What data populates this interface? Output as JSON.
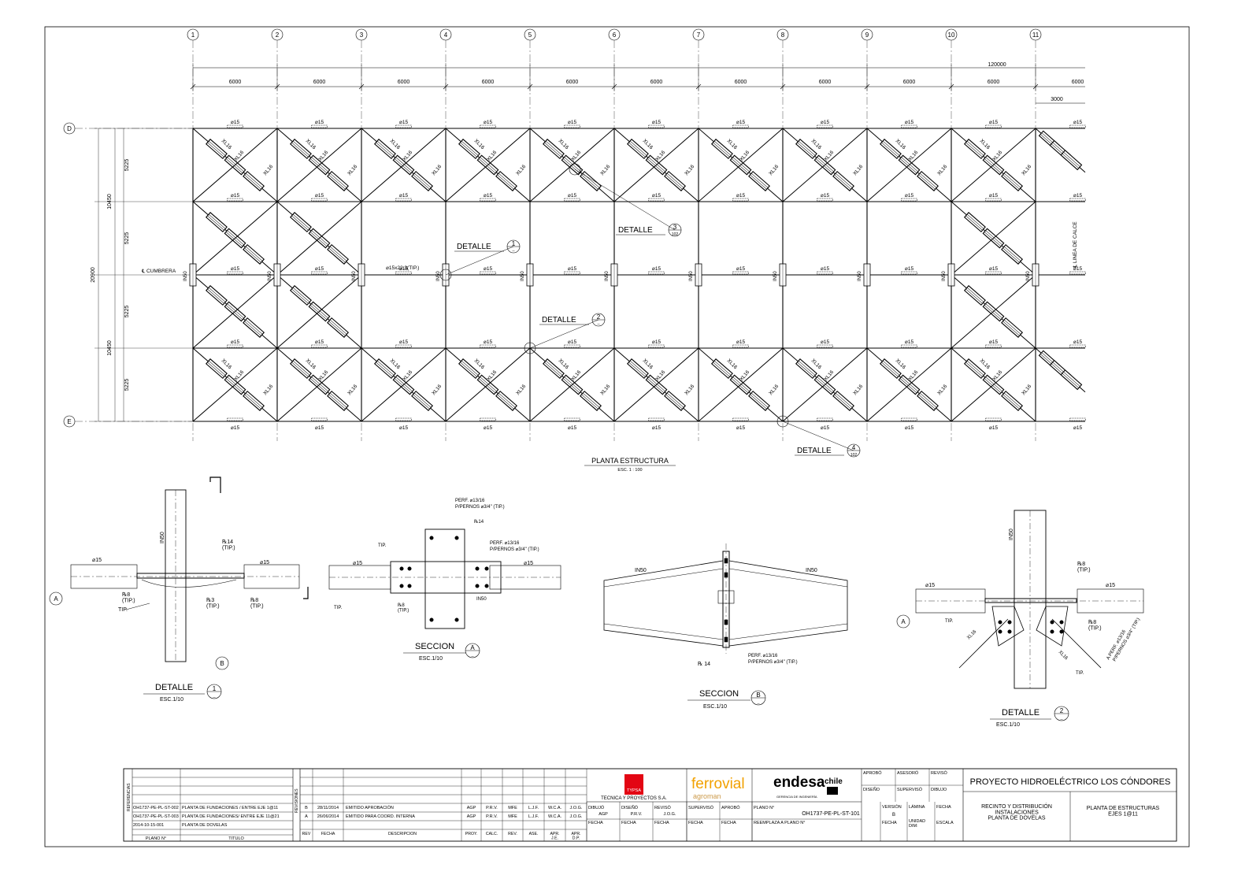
{
  "plan": {
    "axis_numbers": [
      "1",
      "2",
      "3",
      "4",
      "5",
      "6",
      "7",
      "8",
      "9",
      "10",
      "11"
    ],
    "axis_letters": [
      "D",
      "E"
    ],
    "total_dim": "120000",
    "bay_dim": "6000",
    "end_dim": "3000",
    "dims_left": [
      "5225",
      "5225",
      "5225",
      "5225"
    ],
    "dims_left_mid": [
      "10450",
      "10450"
    ],
    "dim_total_left": "20900",
    "cumbrera_label": "℄ CUMBRERA",
    "linea_label": "℄ LINEA DE CALCE",
    "pipe_label": "⌀15",
    "brace_label": "XL16",
    "column_label": "IN50",
    "bolt_note": "⌀15x22.3(TIP.)",
    "detail_word": "DETALLE",
    "callouts": [
      {
        "num": "1",
        "ref": "--"
      },
      {
        "num": "2",
        "ref": "--"
      },
      {
        "num": "3",
        "ref": "102"
      },
      {
        "num": "4",
        "ref": "102"
      }
    ],
    "title": "PLANTA ESTRUCTURA",
    "scale": "ESC. 1 : 100"
  },
  "details": {
    "d1": {
      "title": "DETALLE",
      "num": "1",
      "ref": "--",
      "scale": "ESC.1/10",
      "labels": {
        "in50": "IN50",
        "pipe_l": "⌀15",
        "pipe_r": "⌀15",
        "pl14": "℞14\n(TIP.)",
        "pl8a": "℞8\n(TIP.)",
        "pl3": "℞3\n(TIP.)",
        "pl8b": "℞8\n(TIP.)",
        "tip": "TIP.",
        "secA": "A",
        "secB": "B"
      }
    },
    "sa": {
      "title": "SECCION",
      "num": "A",
      "ref": "--",
      "scale": "ESC.1/10",
      "labels": {
        "perf1": "PERF. ⌀13/16",
        "pernos1": "P/PERNOS ⌀3/4\" (TIP.)",
        "pl14": "℞14",
        "perf2": "PERF. ⌀13/16",
        "pernos2": "P/PERNOS ⌀3/4\" (TIP.)",
        "pipe_l": "⌀15",
        "pipe_r": "⌀15",
        "tip1": "TIP.",
        "tip2": "TIP.",
        "pl8": "℞8\n(TIP.)",
        "in50": "IN50"
      }
    },
    "sb": {
      "title": "SECCION",
      "num": "B",
      "ref": "--",
      "scale": "ESC.1/10",
      "labels": {
        "in50_l": "IN50",
        "in50_r": "IN50",
        "pl14": "℞ 14",
        "perf": "PERF. ⌀13/16",
        "pernos": "P/PERNOS ⌀3/4\" (TIP.)"
      }
    },
    "d2": {
      "title": "DETALLE",
      "num": "2",
      "ref": "--",
      "scale": "ESC.1/10",
      "labels": {
        "in50": "IN50",
        "pipe_l": "⌀15",
        "pipe_r": "⌀15",
        "pl8a": "℞8\n(TIP.)",
        "pl8b": "℞8\n(TIP.)",
        "tip1": "TIP.",
        "tip2": "TIP.",
        "xl16a": "XL16",
        "xl16b": "XL16",
        "perf": "A PERF. ⌀13/16",
        "pernos": "P/PERNOS ⌀3/4\" (TIP.)",
        "secA": "A"
      }
    }
  },
  "titleblock": {
    "referencias": "REFERENCIAS",
    "revisiones": "REVISIONES",
    "refs": [
      {
        "plano": "OH1737-PE-PL-ST-002",
        "titulo": "PLANTA DE FUNDACIONES / ENTRE EJE 1@11"
      },
      {
        "plano": "OH1737-PE-PL-ST-003",
        "titulo": "PLANTA DE FUNDACIONES/ ENTRE EJE 11@21"
      },
      {
        "plano": "2014-10-15-001",
        "titulo": "PLANTA DE DOVELAS"
      }
    ],
    "ref_headers": {
      "plano": "PLANO N°",
      "titulo": "TITULO"
    },
    "revs": [
      {
        "rev": "B",
        "fecha": "28/11/2014",
        "desc": "EMITIDO APROBACIÓN",
        "proy": "AGP",
        "calc": "P.R.V.",
        "rev2": "MFE",
        "ase": "L.J.F.",
        "apr_je": "W.C.A.",
        "apr_dp": "J.O.G."
      },
      {
        "rev": "A",
        "fecha": "26/06/2014",
        "desc": "EMITIDO PARA COORD. INTERNA",
        "proy": "AGP",
        "calc": "P.R.V.",
        "rev2": "MFE",
        "ase": "L.J.F.",
        "apr_je": "W.C.A.",
        "apr_dp": "J.O.G."
      }
    ],
    "rev_headers": [
      "REV",
      "FECHA",
      "DESCRIPCION",
      "PROY.",
      "CALC.",
      "REV.",
      "ASE.",
      "APR.\nJ.E.",
      "APR.\nD.P."
    ],
    "company1_logo": "TYPSA",
    "company1_name": "TECNICA Y PROYECTOS S.A.",
    "company2_logo": "ferrovial",
    "company2_sub": "agroman",
    "company3_logo": "endesa",
    "company3_logo2": "chile",
    "company3_sub": "GERENCIA DE INGENIERÍA",
    "role_headers": [
      "DIBUJÓ",
      "DISEÑÓ",
      "REVISÓ",
      "SUPERVISÓ",
      "APROBÓ"
    ],
    "role_values": [
      "AGP",
      "P.R.V.",
      "J.O.G."
    ],
    "fecha": "FECHA",
    "plano_no_label": "PLANO N°",
    "plano_no": "OH1737-PE-PL-ST-101",
    "reemplaza": "REEMPLAZA A PLANO N°",
    "version_label": "VERSIÓN",
    "version": "B",
    "lamina": "LÁMINA",
    "unidad": "UNIDAD\nDIM:",
    "escala": "ESCALA",
    "aprobo": "APROBÓ",
    "asesoro": "ASESORÓ",
    "reviso": "REVISÓ",
    "diseno": "DISEÑO",
    "superviso": "SUPERVISÓ",
    "dibujo": "DIBUJO",
    "project": "PROYECTO HIDROELÉCTRICO LOS CÓNDORES",
    "subtitle1": "RECINTO Y DISTRIBUCIÓN\nINSTALACIONES\nPLANTA DE DOVELAS",
    "subtitle2": "PLANTA DE ESTRUCTURAS\nEJES 1@11"
  }
}
